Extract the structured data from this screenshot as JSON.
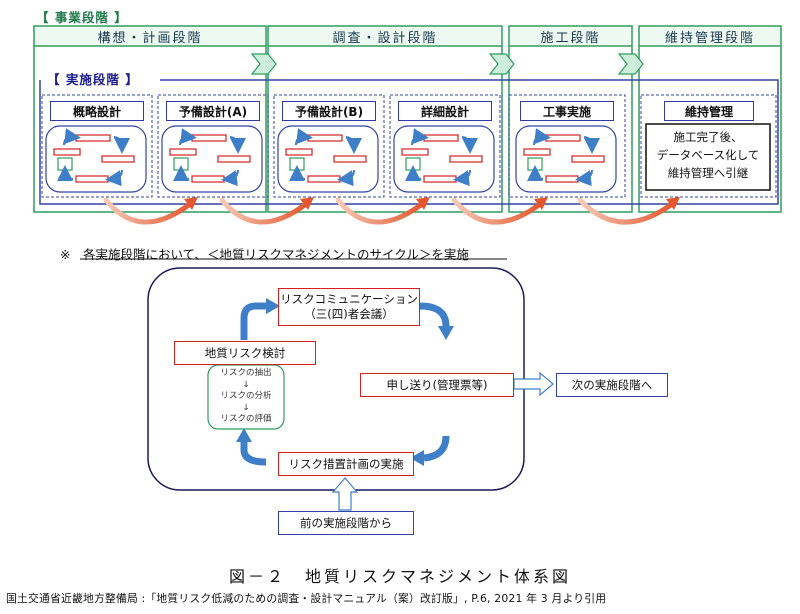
{
  "business_phase_label": "【 事業段階 】",
  "implementation_stage_label": "【 実施段階 】",
  "phases": [
    {
      "label": "構想・計画段階"
    },
    {
      "label": "調査・設計段階"
    },
    {
      "label": "施工段階"
    },
    {
      "label": "維持管理段階"
    }
  ],
  "stages": [
    {
      "label": "概略設計"
    },
    {
      "label": "予備設計(A)"
    },
    {
      "label": "予備設計(B)"
    },
    {
      "label": "詳細設計"
    },
    {
      "label": "工事実施"
    },
    {
      "label": "維持管理"
    }
  ],
  "maintenance_note": [
    "施工完了後、",
    "データベース化して",
    "維持管理へ引継"
  ],
  "note": "※　各実施段階において、＜地質リスクマネジメントのサイクル＞を実施",
  "cycle": {
    "communication": [
      "リスクコミュニケーション",
      "（三(四)者会議）"
    ],
    "study": "地質リスク検討",
    "study_steps": [
      "リスクの抽出",
      "↓",
      "リスクの分析",
      "↓",
      "リスクの評価"
    ],
    "handover": "申し送り(管理票等)",
    "next_stage": "次の実施段階へ",
    "measures": "リスク措置計画の実施",
    "previous_stage": "前の実施段階から"
  },
  "colors": {
    "phase_border": "#2e9e5e",
    "stage_border": "#3443a8",
    "risk_red": "#d62020",
    "cycle_arrow": "#3f7fc8",
    "hand_arrow": "#e4572e"
  },
  "figure_caption": "図－２　地質リスクマネジメント体系図",
  "source": "国土交通省近畿地方整備局 :「地質リスク低減のための調査・設計マニュアル（案）改訂版」, P.6, 2021 年 3 月より引用"
}
